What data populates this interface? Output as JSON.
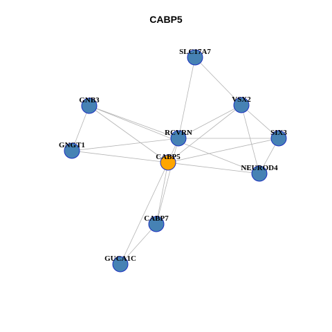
{
  "title": "CABP5",
  "colors": {
    "node_default": "#4682b4",
    "node_focus": "#ffa500",
    "node_border": "#1a2fbf",
    "edge": "#b3b3b3"
  },
  "nodes": [
    {
      "id": "SLC17A7",
      "label": "SLC17A7",
      "focus": false
    },
    {
      "id": "GNB3",
      "label": "GNB3",
      "focus": false
    },
    {
      "id": "VSX2",
      "label": "VSX2",
      "focus": false
    },
    {
      "id": "RCVRN",
      "label": "RCVRN",
      "focus": false
    },
    {
      "id": "SIX3",
      "label": "SIX3",
      "focus": false
    },
    {
      "id": "GNGT1",
      "label": "GNGT1",
      "focus": false
    },
    {
      "id": "CABP5",
      "label": "CABP5",
      "focus": true
    },
    {
      "id": "NEUROD4",
      "label": "NEUROD4",
      "focus": false
    },
    {
      "id": "CABP7",
      "label": "CABP7",
      "focus": false
    },
    {
      "id": "GUCA1C",
      "label": "GUCA1C",
      "focus": false
    }
  ],
  "edges": [
    [
      "SLC17A7",
      "VSX2"
    ],
    [
      "SLC17A7",
      "RCVRN"
    ],
    [
      "GNB3",
      "GNGT1"
    ],
    [
      "GNB3",
      "RCVRN"
    ],
    [
      "GNB3",
      "CABP5"
    ],
    [
      "GNB3",
      "NEUROD4"
    ],
    [
      "VSX2",
      "RCVRN"
    ],
    [
      "VSX2",
      "SIX3"
    ],
    [
      "VSX2",
      "NEUROD4"
    ],
    [
      "VSX2",
      "CABP5"
    ],
    [
      "RCVRN",
      "GNGT1"
    ],
    [
      "RCVRN",
      "SIX3"
    ],
    [
      "RCVRN",
      "CABP5"
    ],
    [
      "RCVRN",
      "CABP7"
    ],
    [
      "SIX3",
      "CABP5"
    ],
    [
      "SIX3",
      "NEUROD4"
    ],
    [
      "GNGT1",
      "CABP5"
    ],
    [
      "CABP5",
      "NEUROD4"
    ],
    [
      "CABP5",
      "CABP7"
    ],
    [
      "CABP5",
      "GUCA1C"
    ],
    [
      "CABP7",
      "GUCA1C"
    ]
  ]
}
